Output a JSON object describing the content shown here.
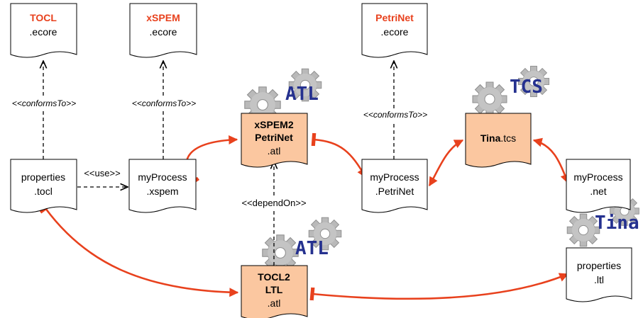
{
  "metamodels": {
    "tocl": {
      "name": "TOCL",
      "ext": ".ecore"
    },
    "xspem": {
      "name": "xSPEM",
      "ext": ".ecore"
    },
    "petrinet": {
      "name": "PetriNet",
      "ext": ".ecore"
    }
  },
  "models": {
    "properties_tocl": {
      "line1": "properties",
      "line2": ".tocl"
    },
    "myprocess_xspem": {
      "line1": "myProcess",
      "line2": ".xspem"
    },
    "myprocess_petrinet": {
      "line1": "myProcess",
      "line2": ".PetriNet"
    },
    "myprocess_net": {
      "line1": "myProcess",
      "line2": ".net"
    },
    "properties_ltl": {
      "line1": "properties",
      "line2": ".ltl"
    }
  },
  "transformations": {
    "xspem2petrinet": {
      "line1": "xSPEM2",
      "line2": "PetriNet",
      "line3": ".atl"
    },
    "tina_tcs": {
      "name": "Tina",
      "ext": ".tcs"
    },
    "tocl2ltl": {
      "line1": "TOCL2",
      "line2": "LTL",
      "line3": ".atl"
    }
  },
  "tools": {
    "atl_top": "ATL",
    "tcs": "TCS",
    "atl_bottom": "ATL",
    "tina": "Tina"
  },
  "relations": {
    "conforms_to": "<<conformsTo>>",
    "use": "<<use>>",
    "depend_on": "<<dependOn>>"
  },
  "colors": {
    "metamodel_name": "#e8411d",
    "transformation_fill": "#fbc7a0",
    "arrow_red": "#e8411d",
    "tool_label": "#25318f",
    "gear": "#b9b9b9"
  }
}
